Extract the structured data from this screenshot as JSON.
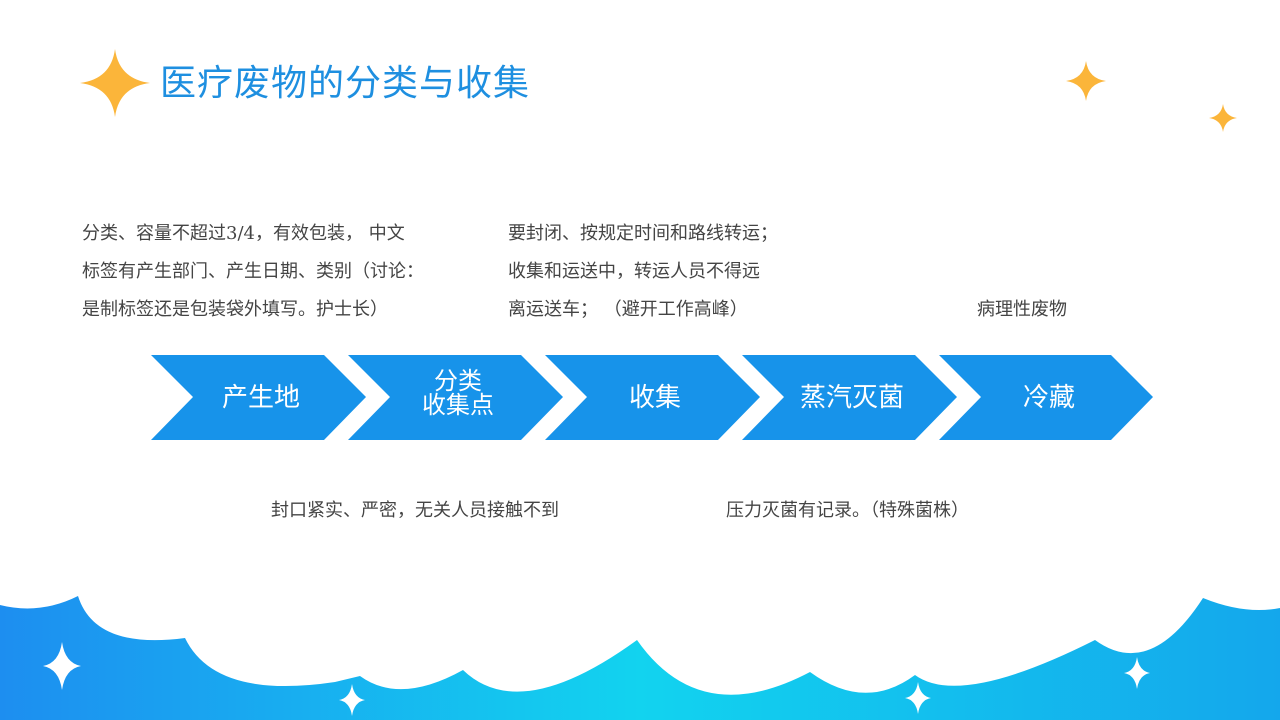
{
  "slide": {
    "title": "医疗废物的分类与收集",
    "colors": {
      "title": "#1e8fe0",
      "chevron": "#1793ea",
      "star_gold": "#fbb53a",
      "cloud_gradient_left": "#1d8ef0",
      "cloud_gradient_mid": "#12d3ef",
      "cloud_gradient_right": "#14a7ec"
    },
    "top_notes": [
      {
        "lines": [
          "分类、容量不超过3/4，有效包装， 中文",
          "标签有产生部门、产生日期、类别（讨论：",
          "是制标签还是包装袋外填写。护士长）"
        ]
      },
      {
        "lines": [
          "要封闭、按规定时间和路线转运；",
          "收集和运送中，转运人员不得远",
          "离运送车；  （避开工作高峰）"
        ]
      },
      {
        "lines": [
          "病理性废物"
        ]
      }
    ],
    "process_steps": [
      {
        "label_lines": [
          "产生地"
        ]
      },
      {
        "label_lines": [
          "分类",
          "收集点"
        ]
      },
      {
        "label_lines": [
          "收集"
        ]
      },
      {
        "label_lines": [
          "蒸汽灭菌"
        ]
      },
      {
        "label_lines": [
          "冷藏"
        ]
      }
    ],
    "bottom_notes": [
      "封口紧实、严密，无关人员接触不到",
      "压力灭菌有记录。（特殊菌株）"
    ],
    "decorations": {
      "title_star": "sparkle-icon",
      "corner_stars": [
        "sparkle-icon",
        "sparkle-icon"
      ],
      "cloud_stars": [
        "sparkle-icon",
        "sparkle-icon",
        "sparkle-icon",
        "sparkle-icon"
      ]
    }
  }
}
